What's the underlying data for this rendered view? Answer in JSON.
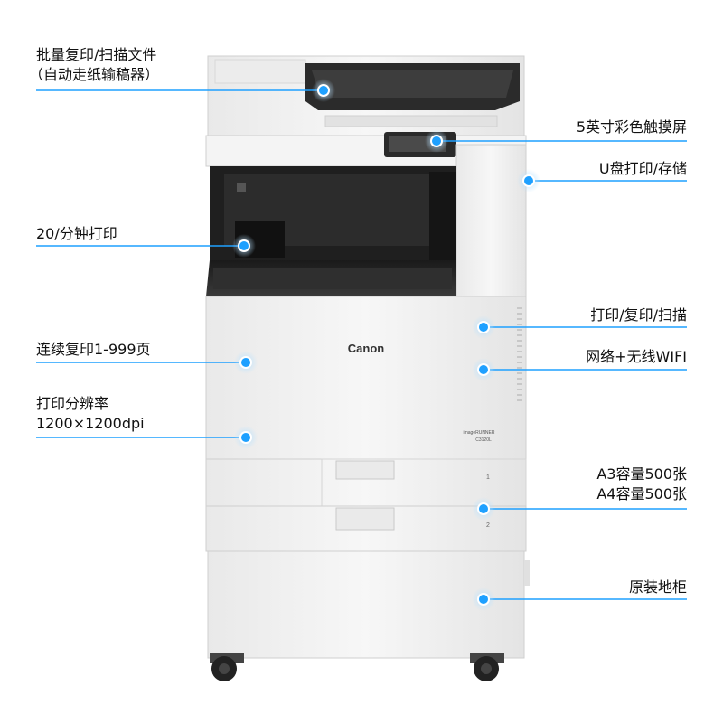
{
  "brand": "Canon",
  "model": {
    "series": "imageRUNNER",
    "code": "C3120L"
  },
  "tray_numbers": [
    "1",
    "2"
  ],
  "colors": {
    "callout": "#1ea0ff",
    "callout_glow": "#b9e2ff",
    "body": "#f2f2f2",
    "dark": "#2a2a2a"
  },
  "callouts": {
    "adf": {
      "line1": "批量复印/扫描文件",
      "line2": "（自动走纸输稿器）"
    },
    "speed": {
      "line1": "20/分钟打印"
    },
    "continuous": {
      "line1": "连续复印1-999页"
    },
    "resolution": {
      "line1": "打印分辨率",
      "line2": "1200×1200dpi"
    },
    "screen": {
      "line1": "5英寸彩色触摸屏"
    },
    "usb": {
      "line1": "U盘打印/存储"
    },
    "functions": {
      "line1": "打印/复印/扫描"
    },
    "network": {
      "line1": "网络+无线WIFI"
    },
    "capacity": {
      "line1": "A3容量500张",
      "line2": "A4容量500张"
    },
    "cabinet": {
      "line1": "原装地柜"
    }
  }
}
